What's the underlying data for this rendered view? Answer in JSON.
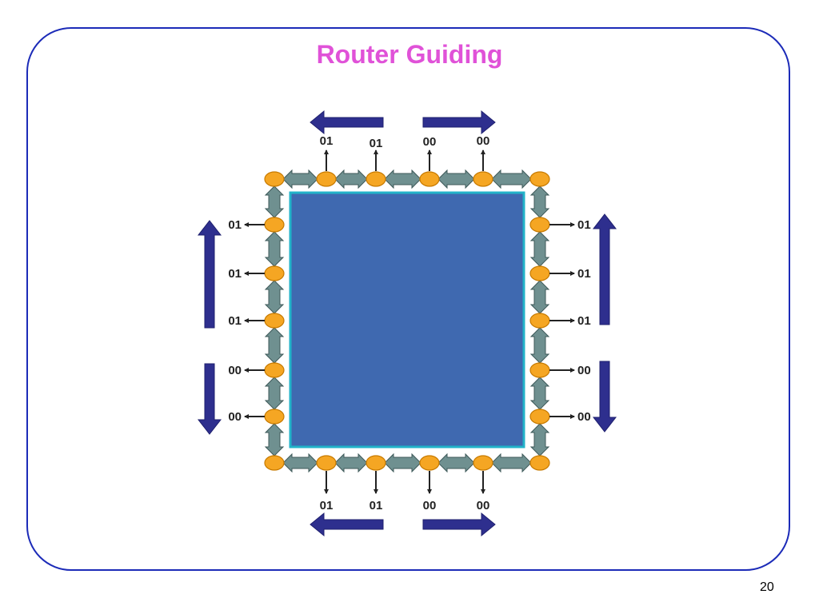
{
  "slide": {
    "title": "Router Guiding",
    "page_number": "20"
  },
  "colors": {
    "frame": "#1c2bb8",
    "title": "#e052d8",
    "chip_fill": "#3f69b0",
    "chip_border": "#22b3c9",
    "node_fill": "#f5a623",
    "node_stroke": "#c77a00",
    "connector": "#6f9090",
    "direction_arrow": "#2e2f8e"
  },
  "diagram": {
    "top_labels": [
      "01",
      "01",
      "00",
      "00"
    ],
    "bottom_labels": [
      "01",
      "01",
      "00",
      "00"
    ],
    "left_labels": [
      "01",
      "01",
      "01",
      "00",
      "00"
    ],
    "right_labels": [
      "01",
      "01",
      "01",
      "00",
      "00"
    ]
  }
}
